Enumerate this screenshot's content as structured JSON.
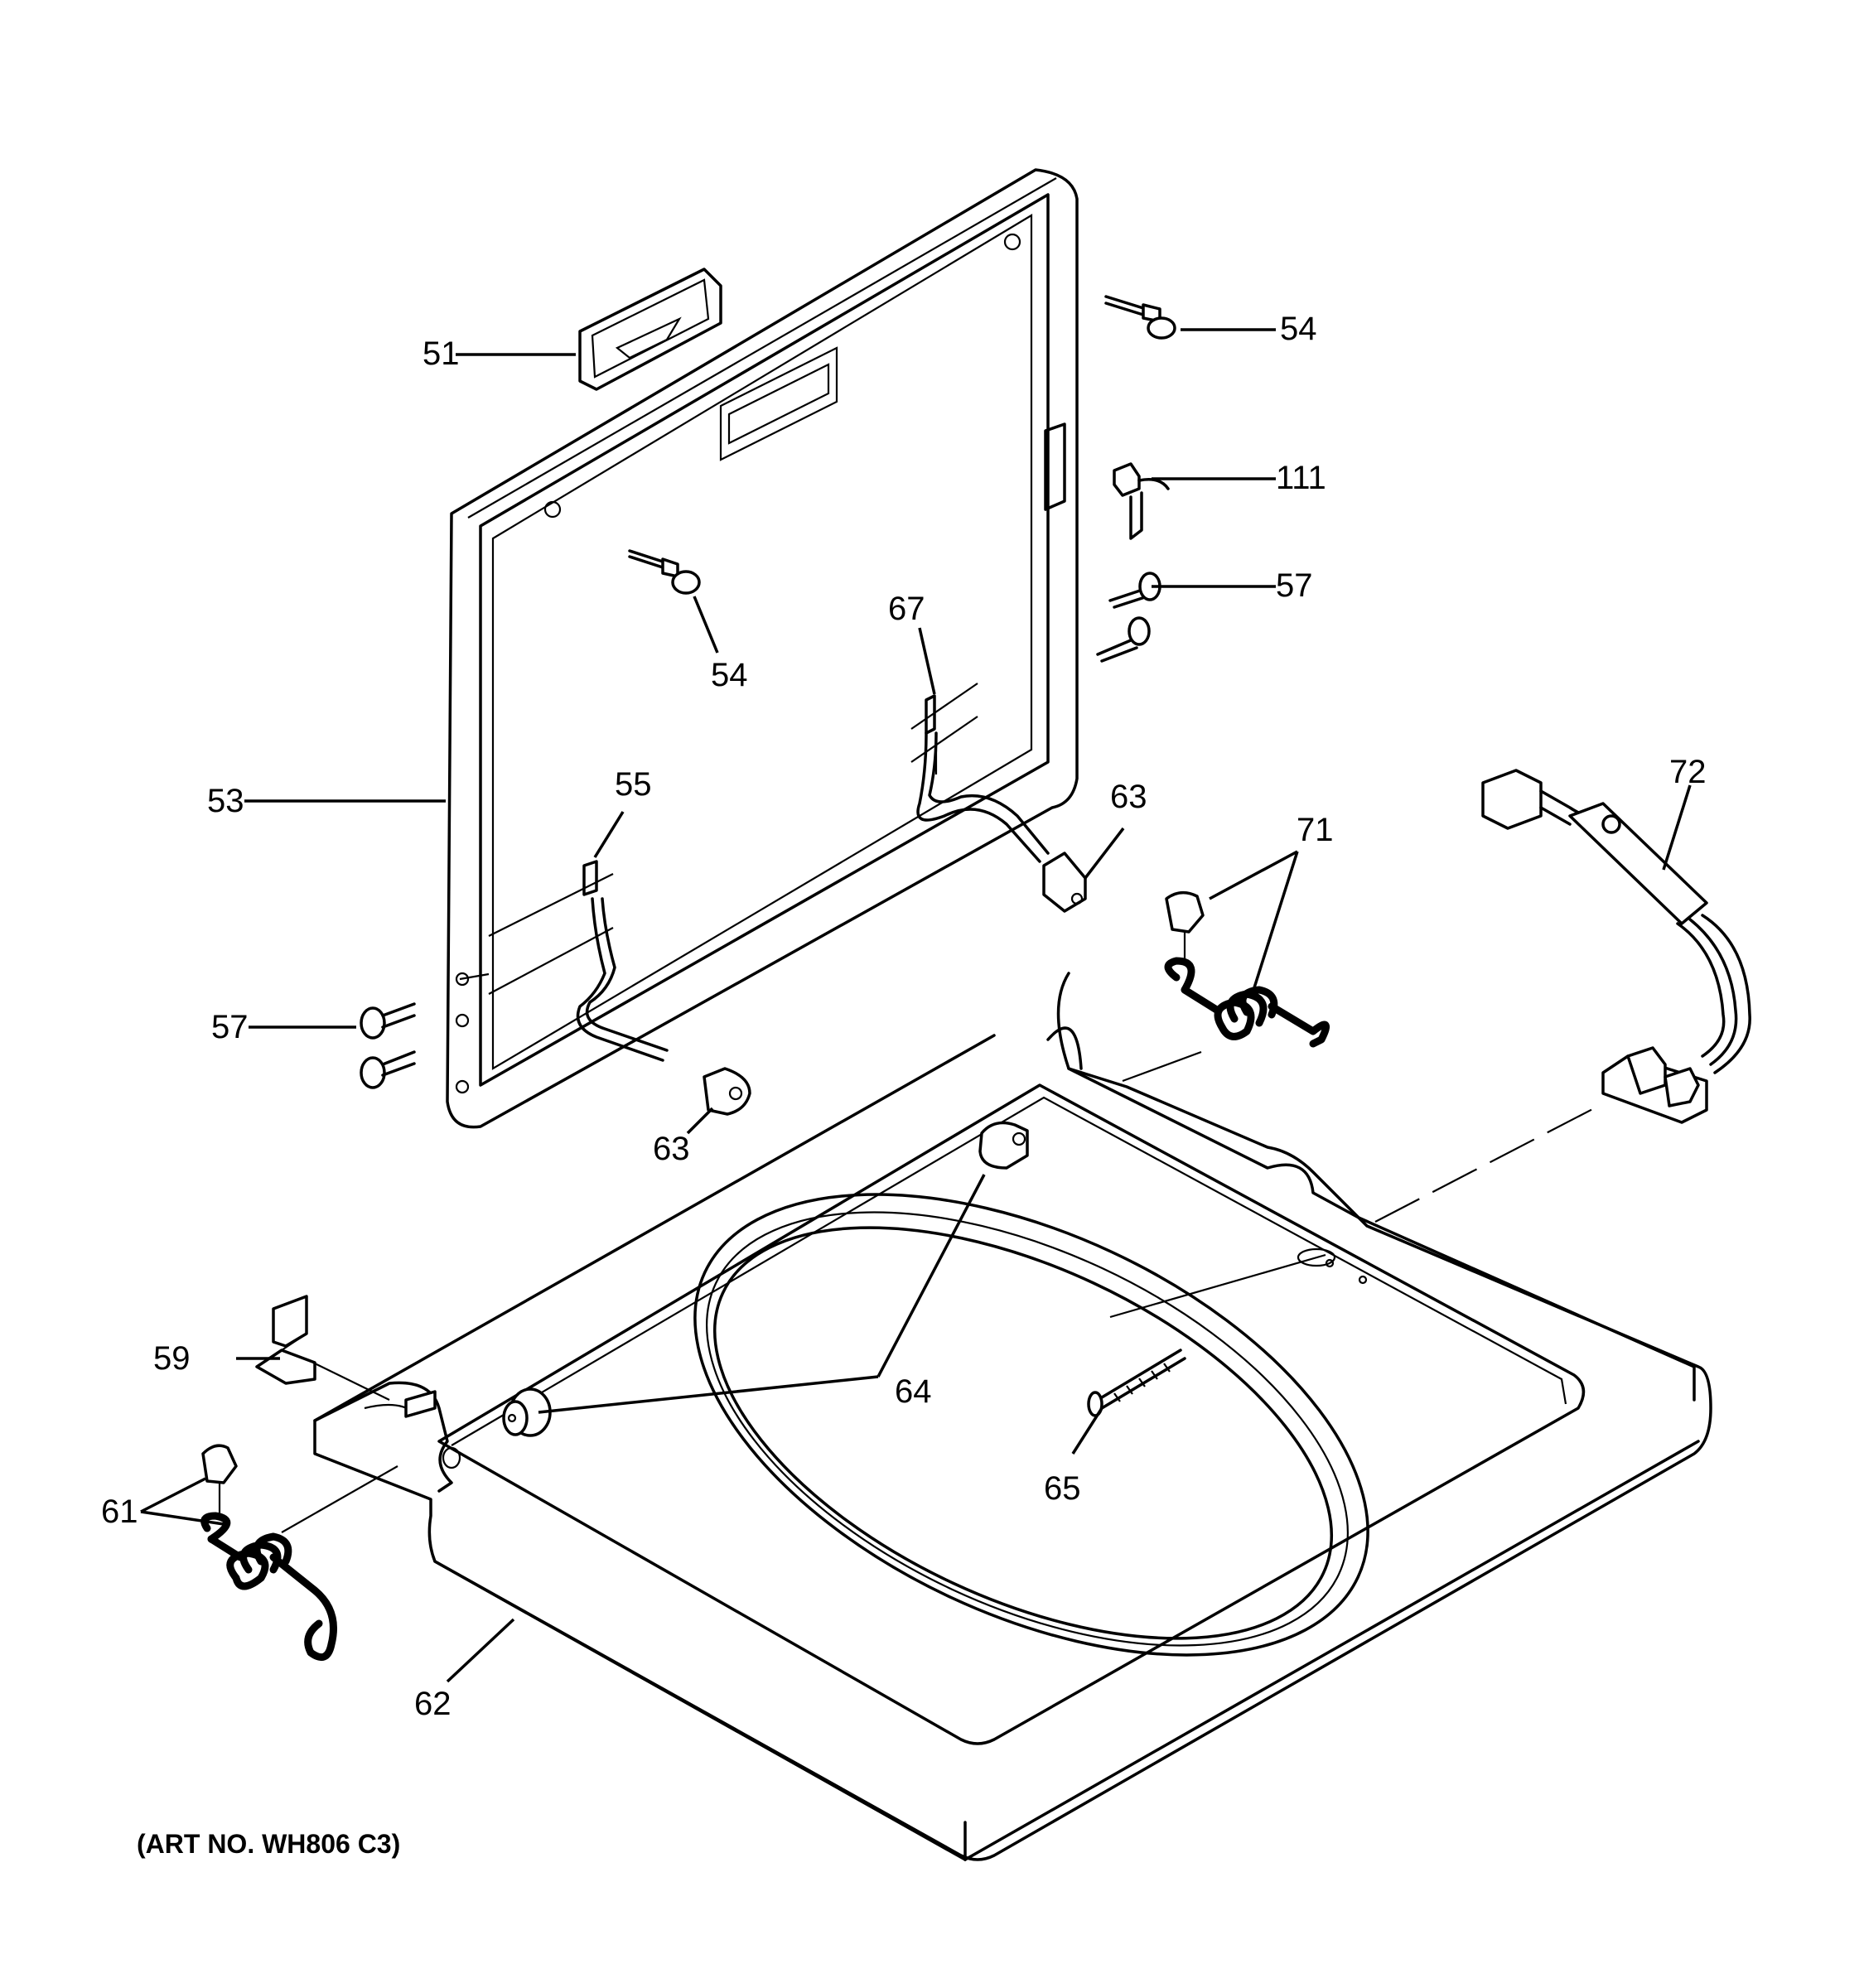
{
  "art_number": "(ART NO. WH806 C3)",
  "callouts": {
    "c51": "51",
    "c53": "53",
    "c54a": "54",
    "c54b": "54",
    "c55": "55",
    "c57a": "57",
    "c57b": "57",
    "c59": "59",
    "c61": "61",
    "c62": "62",
    "c63a": "63",
    "c63b": "63",
    "c64": "64",
    "c65": "65",
    "c67": "67",
    "c71": "71",
    "c72": "72",
    "c111": "111"
  }
}
